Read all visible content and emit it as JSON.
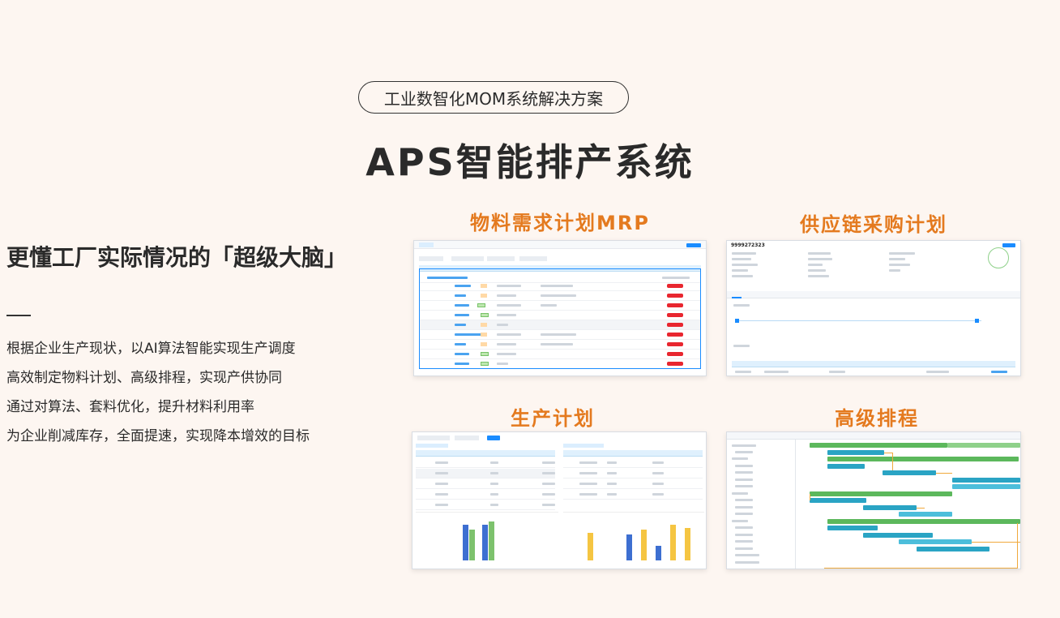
{
  "header": {
    "pill_text": "工业数智化MOM系统解决方案",
    "title": "APS智能排产系统"
  },
  "left": {
    "heading": "更懂工厂实际情况的「超级大脑」",
    "lines": [
      "根据企业生产现状，以AI算法智能实现生产调度",
      "高效制定物料计划、高级排程，实现产供协同",
      "通过对算法、套料优化，提升材料利用率",
      "为企业削减库存，全面提速，实现降本增效的目标"
    ]
  },
  "panels": {
    "mrp": {
      "title": "物料需求计划MRP"
    },
    "supply": {
      "title": "供应链采购计划",
      "doc_no": "9999272323"
    },
    "production": {
      "title": "生产计划"
    },
    "scheduling": {
      "title": "高级排程"
    }
  },
  "colors": {
    "accent_orange": "#e47a1f",
    "ui_blue": "#1a8cff",
    "gantt_green": "#5cb85c",
    "gantt_teal": "#2aa4c4",
    "status_red": "#e8262f"
  }
}
